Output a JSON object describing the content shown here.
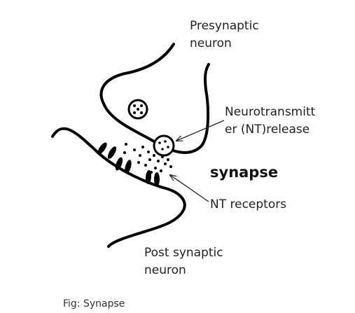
{
  "labels": {
    "presynaptic": [
      "Presynaptic",
      "neuron"
    ],
    "nt_release": [
      "Neurotransmitt",
      "er (NT)release"
    ],
    "synapse": "synapse",
    "nt_receptors": "NT receptors",
    "postsynaptic": [
      "Post synaptic",
      "neuron"
    ]
  },
  "caption": "Fig: Synapse",
  "colors": {
    "stroke": "#000000",
    "text": "#222222",
    "background": "#ffffff"
  }
}
